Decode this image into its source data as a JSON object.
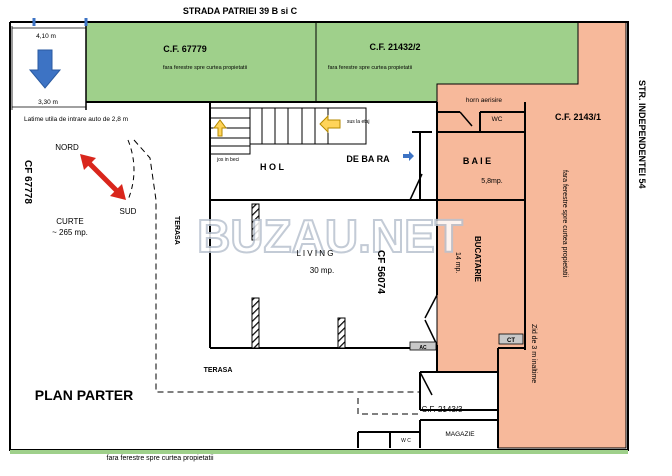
{
  "labels": {
    "street_top": "STRADA PATRIEI 39 B si C",
    "street_right": "STR. INDEPENDENTEI 54",
    "cf_67779": "C.F. 67779",
    "cf_21432": "C.F. 21432/2",
    "cf_2143_1": "C.F. 2143/1",
    "cf_67778": "CF 67778",
    "cf_56074": "CF 56074",
    "cf_2143_3": "C.F. 2143/3",
    "no_windows": "fara ferestre spre curtea propietatii",
    "dim_4_10": "4,10 m",
    "dim_3_30": "3,30 m",
    "access_width": "Latime utila de intrare auto de 2,8 m",
    "horn": "horn aerisire",
    "wc": "WC",
    "wc2": "W C",
    "up_floor": "sus la etaj",
    "down_cellar": "jos in beci",
    "hol": "H O L",
    "debara": "DE BA RA",
    "baie": "B A I E",
    "baie_area": "5,8mp.",
    "nord": "NORD",
    "sud": "SUD",
    "curte": "CURTE",
    "curte_area": "~ 265 mp.",
    "terasa": "TERASA",
    "living": "L I V I N G",
    "living_area": "30 mp.",
    "bucatarie": "BUCATARIE",
    "bucatarie_area": "14 mp.",
    "zid": "Zid de 3 m inaltime",
    "ac": "AC",
    "ct": "CT",
    "magazie": "MAGAZIE",
    "plan": "PLAN PARTER",
    "watermark": "BUZAU.NET"
  },
  "colors": {
    "green": "#9fd08b",
    "salmon": "#f7b99b",
    "arrow_blue": "#3d73c4",
    "arrow_red": "#d9261c",
    "arrow_yellow": "#ffd45a"
  }
}
